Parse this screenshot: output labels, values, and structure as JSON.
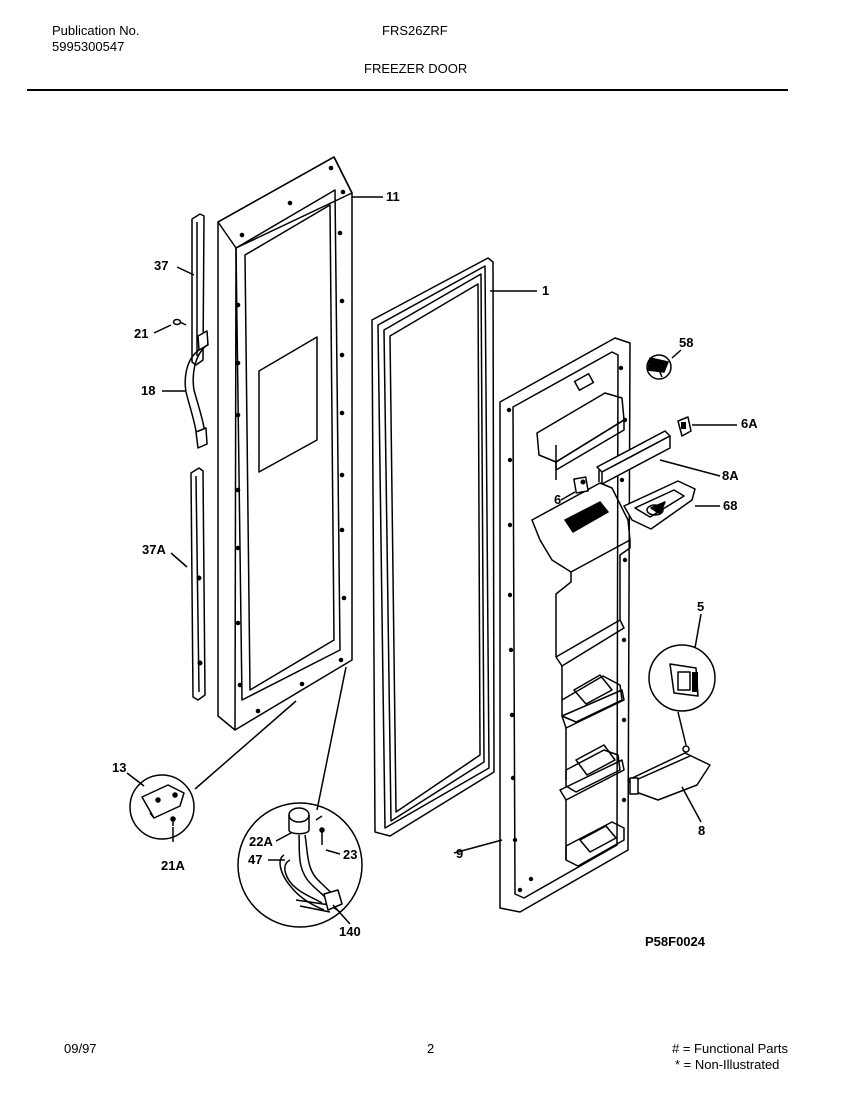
{
  "header": {
    "publication_label": "Publication No.",
    "publication_number": "5995300547",
    "model": "FRS26ZRF",
    "section_title": "FREEZER DOOR"
  },
  "callouts": {
    "c11": "11",
    "c1": "1",
    "c37": "37",
    "c21": "21",
    "c18": "18",
    "c37a": "37A",
    "c58": "58",
    "c6a": "6A",
    "c8a": "8A",
    "c6": "6",
    "c68": "68",
    "c5": "5",
    "c13": "13",
    "c21a": "21A",
    "c22a": "22A",
    "c23": "23",
    "c47": "47",
    "c140": "140",
    "c9": "9",
    "c8": "8"
  },
  "figure_code": "P58F0024",
  "footer": {
    "date": "09/97",
    "page": "2",
    "legend_functional": "# = Functional Parts",
    "legend_non_illustrated": "* = Non-Illustrated"
  }
}
